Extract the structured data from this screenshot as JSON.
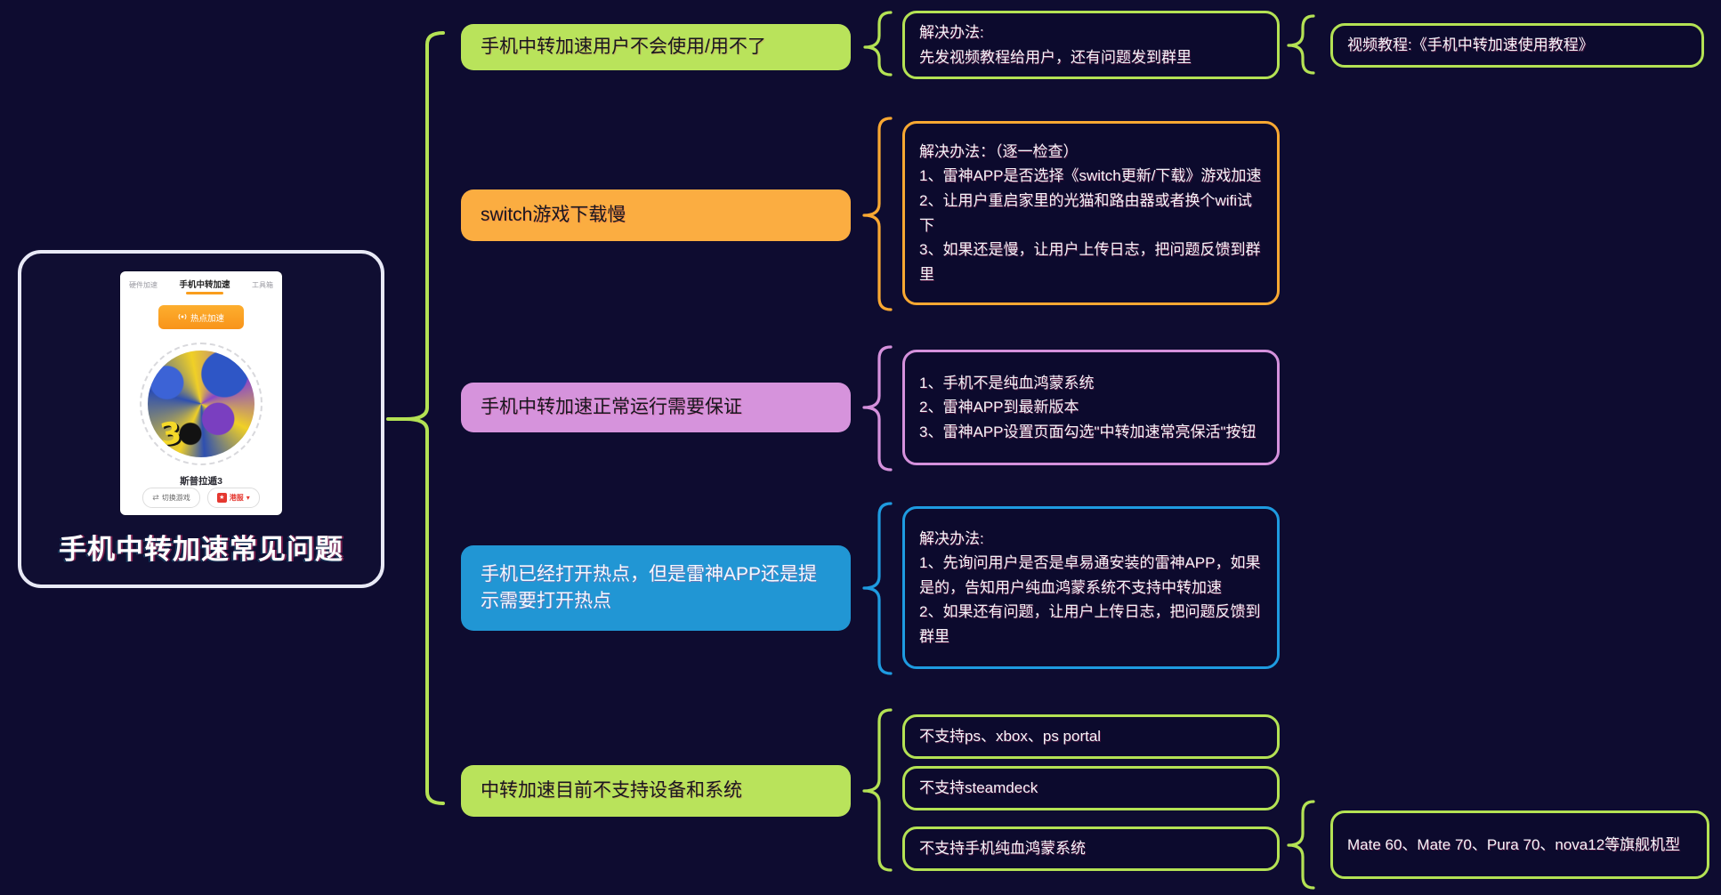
{
  "palette": {
    "green": "#b4e254",
    "orange": "#f9a832",
    "purple": "#d591dc",
    "blue": "#1e9be0",
    "background": "#0e0c30",
    "central_border": "#e8e9f6",
    "phone_accent_orange": "#f99d1c",
    "server_red": "#e5372f"
  },
  "central": {
    "title": "手机中转加速常见问题",
    "phone": {
      "tab_hardware": "硬件加速",
      "tab_relay": "手机中转加速",
      "tab_toolbox": "工具箱",
      "hotspot_button": "热点加速",
      "hotspot_icon": "((*))",
      "game_number": "3",
      "game_name": "斯普拉遁3",
      "switch_game_button": "切换游戏",
      "swap_icon": "⇄",
      "server_badge": "★",
      "server_button": "港服",
      "server_caret": "▾"
    }
  },
  "nodes": {
    "q1": {
      "label": "手机中转加速用户不会使用/用不了"
    },
    "a1": {
      "text": "解决办法:\n先发视频教程给用户，还有问题发到群里"
    },
    "v1": {
      "text": "视频教程:《手机中转加速使用教程》"
    },
    "q2": {
      "label": "switch游戏下载慢"
    },
    "a2": {
      "text": "解决办法：（逐一检查）\n1、雷神APP是否选择《switch更新/下载》游戏加速\n2、让用户重启家里的光猫和路由器或者换个wifi试下\n3、如果还是慢，让用户上传日志，把问题反馈到群里"
    },
    "q3": {
      "label": "手机中转加速正常运行需要保证"
    },
    "a3": {
      "text": "1、手机不是纯血鸿蒙系统\n2、雷神APP到最新版本\n3、雷神APP设置页面勾选\"中转加速常亮保活\"按钮"
    },
    "q4": {
      "label": "手机已经打开热点，但是雷神APP还是提示需要打开热点"
    },
    "a4": {
      "text": "解决办法:\n1、先询问用户是否是卓易通安装的雷神APP，如果是的，告知用户纯血鸿蒙系统不支持中转加速\n2、如果还有问题，让用户上传日志，把问题反馈到群里"
    },
    "q5": {
      "label": "中转加速目前不支持设备和系统"
    },
    "a5a": {
      "text": "不支持ps、xbox、ps portal"
    },
    "a5b": {
      "text": "不支持steamdeck"
    },
    "a5c": {
      "text": "不支持手机纯血鸿蒙系统"
    },
    "m1": {
      "text": "Mate 60、Mate 70、Pura 70、nova12等旗舰机型"
    }
  }
}
